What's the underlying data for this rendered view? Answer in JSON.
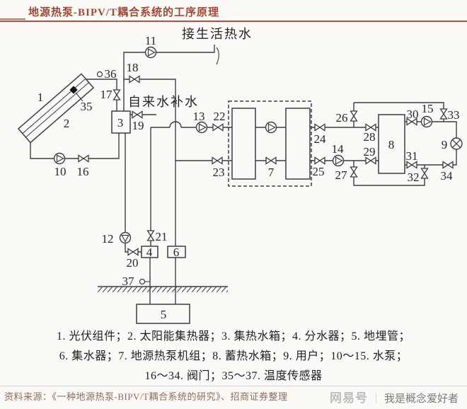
{
  "title": "地源热泵-BIPV/T耦合系统的工序原理",
  "diagram": {
    "hot_water_label": "接生活热水",
    "makeup_label": "自来水补水",
    "labels": {
      "n1": "1",
      "n2": "2",
      "n3": "3",
      "n4": "4",
      "n5": "5",
      "n6": "6",
      "n7": "7",
      "n8": "8",
      "n9": "9",
      "n10": "10",
      "n11": "11",
      "n12": "12",
      "n13": "13",
      "n14": "14",
      "n15": "15",
      "n16": "16",
      "n17": "17",
      "n18": "18",
      "n19": "19",
      "n20": "20",
      "n21": "21",
      "n22": "22",
      "n23": "23",
      "n24": "24",
      "n25": "25",
      "n26": "26",
      "n27": "27",
      "n28": "28",
      "n29": "29",
      "n30": "30",
      "n31": "31",
      "n32": "32",
      "n33": "33",
      "n34": "34",
      "n35": "35",
      "n36": "36",
      "n37": "37"
    }
  },
  "legend": {
    "line1": "1. 光伏组件；2. 太阳能集热器；3. 集热水箱；4. 分水器；5. 地埋管；",
    "line2": "6. 集水器；7. 地源热泵机组；8. 蓄热水箱；9. 用户；10～15. 水泵；",
    "line3": "16～34. 阀门；35～37. 温度传感器"
  },
  "footer": {
    "source": "资料来源：《一种地源热泵-BIPV/T耦合系统的研究》、招商证券整理",
    "brand": "网易号",
    "sep": "｜",
    "account": "我是概念爱好者"
  },
  "colors": {
    "accent": "#a34636",
    "line": "#3d3d3d",
    "watermark": "#bdbdbd"
  }
}
